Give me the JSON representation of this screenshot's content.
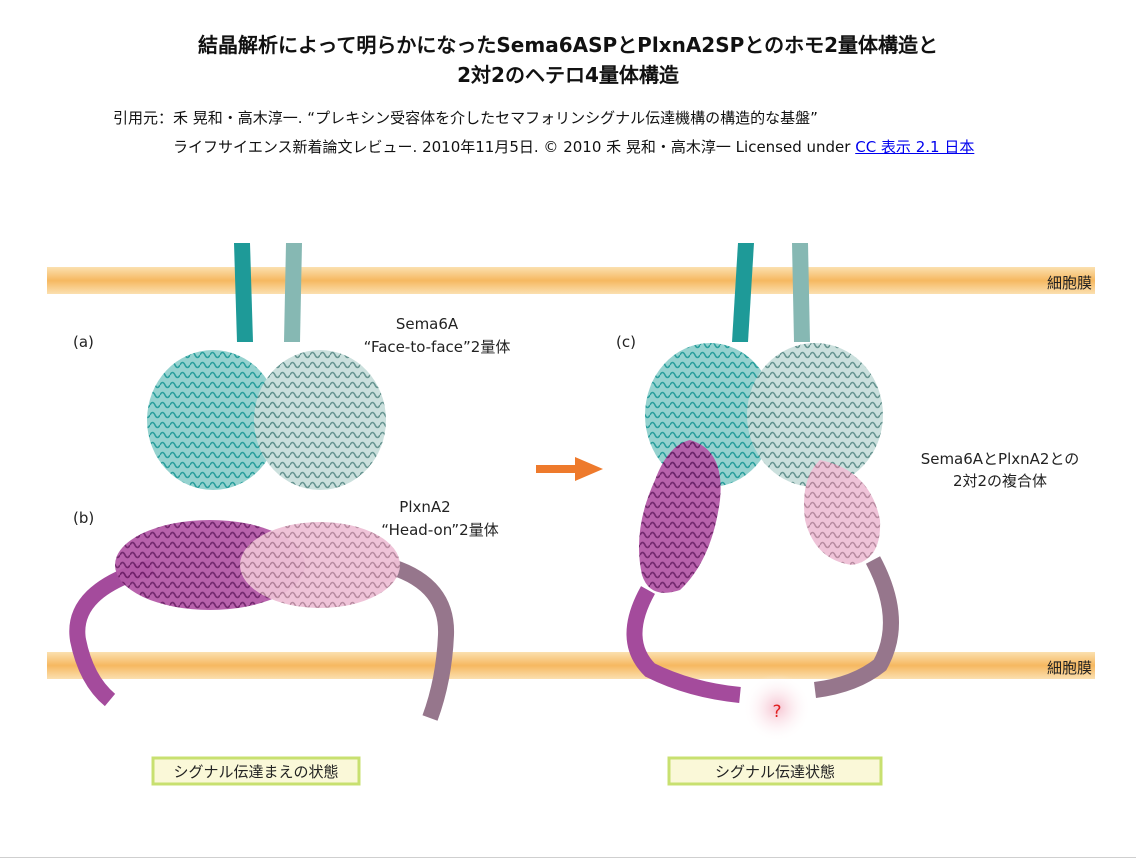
{
  "title": {
    "line1": "結晶解析によって明らかになったSema6ASPとPlxnA2SPとのホモ2量体構造と",
    "line2": "2対2のヘテロ4量体構造"
  },
  "citation": {
    "line1": "引用元：禾 晃和・高木淳一. “プレキシン受容体を介したセマフォリンシグナル伝達機構の構造的な基盤”",
    "line2_text": "ライフサイエンス新着論文レビュー. 2010年11月5日. © 2010 禾 晃和・高木淳一 Licensed under ",
    "license_link": "CC 表示 2.1 日本"
  },
  "figure": {
    "membrane_label_top": "細胞膜",
    "membrane_label_bottom": "細胞膜",
    "panel_a": "(a)",
    "panel_b": "(b)",
    "panel_c": "(c)",
    "sema_name": "Sema6A",
    "sema_desc": "“Face-to-face”2量体",
    "plxn_name": "PlxnA2",
    "plxn_desc": "“Head-on”2量体",
    "complex_line1": "Sema6AとPlxnA2との",
    "complex_line2": "2対2の複合体",
    "question_mark": "?",
    "state_before": "シグナル伝達まえの状態",
    "state_after": "シグナル伝達状態"
  },
  "colors": {
    "membrane": "#f7c27a",
    "sema_dark": "#1e9a98",
    "sema_light": "#86b8b3",
    "plxn_dark": "#a44b9c",
    "plxn_light": "#96768c",
    "arrow": "#ee7a2c",
    "label_box": "#faf8d8",
    "label_border": "#c8e070",
    "question": "#e02020"
  }
}
